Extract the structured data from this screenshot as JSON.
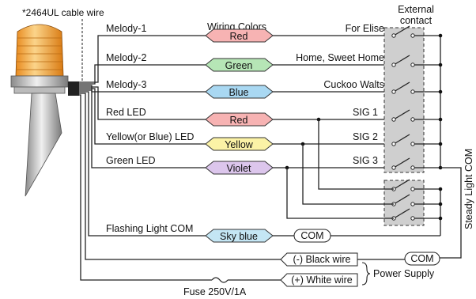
{
  "header": {
    "cable_label": "*2464UL cable wire",
    "wiring_colors_title": "Wiring Colors",
    "external_contact_line1": "External",
    "external_contact_line2": "contact"
  },
  "wires": [
    {
      "name": "Melody-1",
      "color_label": "Red",
      "color": "#f7b3b3",
      "signal": "For Elise"
    },
    {
      "name": "Melody-2",
      "color_label": "Green",
      "color": "#b6e6b6",
      "signal": "Home, Sweet Home"
    },
    {
      "name": "Melody-3",
      "color_label": "Blue",
      "color": "#a9d8f2",
      "signal": "Cuckoo Walts"
    },
    {
      "name": "Red LED",
      "color_label": "Red",
      "color": "#f7b3b3",
      "signal": "SIG 1"
    },
    {
      "name": "Yellow(or Blue) LED",
      "color_label": "Yellow",
      "color": "#fbf2a6",
      "signal": "SIG 2"
    },
    {
      "name": "Green LED",
      "color_label": "Violet",
      "color": "#dcc6ec",
      "signal": "SIG 3"
    }
  ],
  "flashing": {
    "name": "Flashing Light COM",
    "color_label": "Sky blue",
    "color": "#c4e6f4",
    "com_label": "COM"
  },
  "power": {
    "black_wire": "(-) Black wire",
    "white_wire": "(+) White wire",
    "com_label": "COM",
    "supply_label": "Power Supply",
    "fuse_label": "Fuse 250V/1A"
  },
  "steady_light_com": "Steady Light COM",
  "colors": {
    "device_amber": "#f2a13a",
    "switch_box": "#cfcfcf"
  }
}
